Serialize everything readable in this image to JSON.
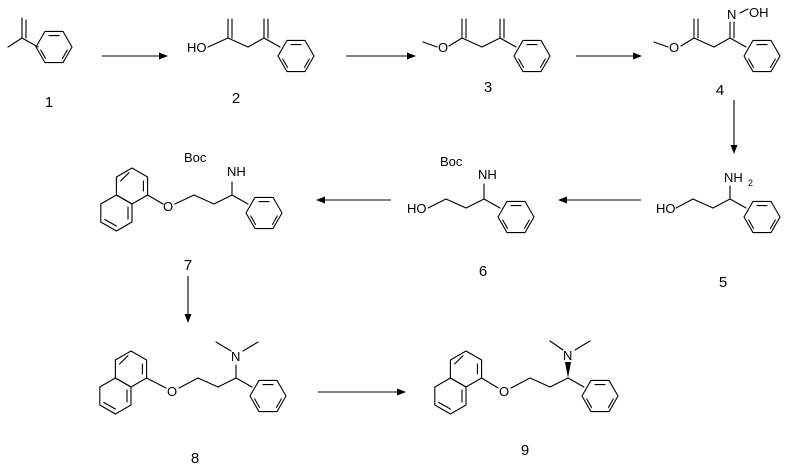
{
  "compounds": [
    {
      "number": "1"
    },
    {
      "number": "2",
      "labels": {
        "oh": "HO"
      }
    },
    {
      "number": "3",
      "labels": {
        "o_ester": "O"
      }
    },
    {
      "number": "4",
      "labels": {
        "o_ester": "O",
        "oxime_n": "N",
        "oxime_oh": "OH"
      }
    },
    {
      "number": "5",
      "labels": {
        "oh": "HO",
        "nh2": "NH",
        "nh2_sub": "2"
      }
    },
    {
      "number": "6",
      "labels": {
        "oh": "HO",
        "boc": "Boc",
        "nh": "NH"
      }
    },
    {
      "number": "7",
      "labels": {
        "o_ether": "O",
        "boc": "Boc",
        "nh": "NH"
      }
    },
    {
      "number": "8",
      "labels": {
        "o_ether": "O",
        "n": "N"
      }
    },
    {
      "number": "9",
      "labels": {
        "o_ether": "O",
        "n": "N"
      }
    }
  ]
}
